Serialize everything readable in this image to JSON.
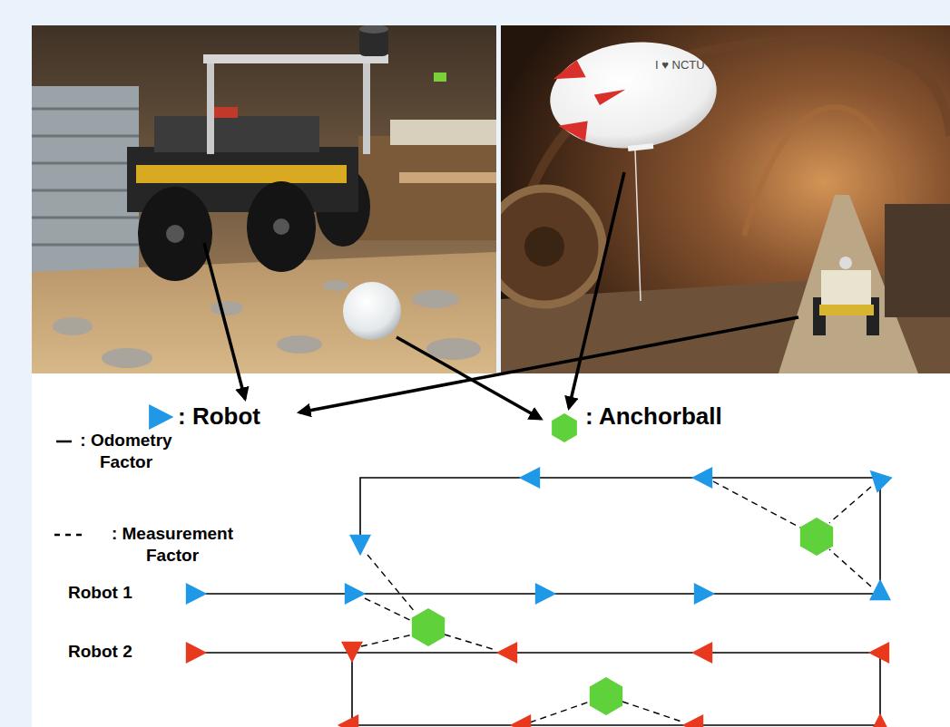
{
  "diagram": {
    "labels": [
      "Robot 1",
      "Robot 2",
      "I ♥ NCTU"
    ],
    "legend": [
      {
        "text": ": Robot"
      },
      {
        "text": ": Anchorball"
      },
      {
        "text": ": Odometry Factor"
      },
      {
        "text": ": Measurement Factor"
      }
    ]
  }
}
